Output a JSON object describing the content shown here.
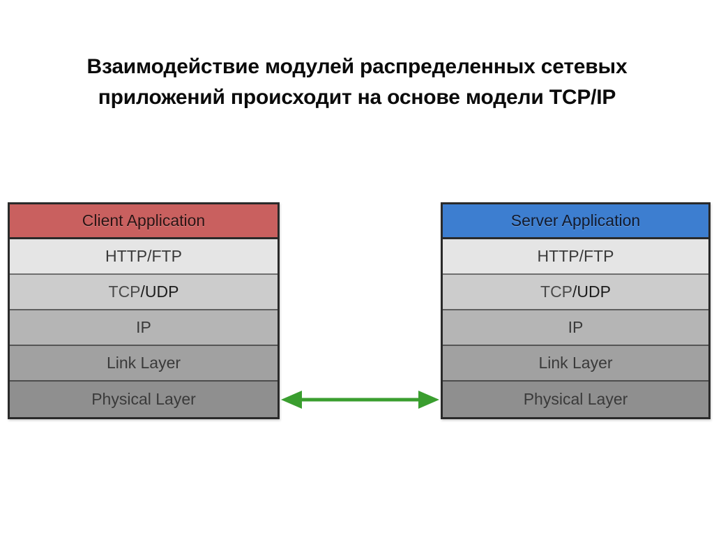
{
  "slide": {
    "title_line1": "Взаимодействие модулей распределенных сетевых",
    "title_line2": "приложений происходит на основе модели TCP/IP"
  },
  "diagram": {
    "type": "protocol-stack-pair",
    "colors": {
      "client_header": "#c9605f",
      "server_header": "#3d7ed0",
      "arrow": "#3a9e2f",
      "border": "#2a2a2a",
      "layer_http": "#e5e5e5",
      "layer_tcp": "#cccccc",
      "layer_ip": "#b5b5b5",
      "layer_link": "#a1a1a1",
      "layer_physical": "#8f8f8f"
    },
    "client_stack": {
      "header": "Client Application",
      "layers": [
        {
          "label": "HTTP/FTP"
        },
        {
          "label_a": "TCP",
          "label_b": "/UDP"
        },
        {
          "label": "IP"
        },
        {
          "label": "Link Layer"
        },
        {
          "label": "Physical Layer"
        }
      ]
    },
    "server_stack": {
      "header": "Server Application",
      "layers": [
        {
          "label": "HTTP/FTP"
        },
        {
          "label_a": "TCP",
          "label_b": "/UDP"
        },
        {
          "label": "IP"
        },
        {
          "label": "Link Layer"
        },
        {
          "label": "Physical Layer"
        }
      ]
    },
    "connection": {
      "name": "physical-link",
      "direction": "bidirectional"
    }
  }
}
